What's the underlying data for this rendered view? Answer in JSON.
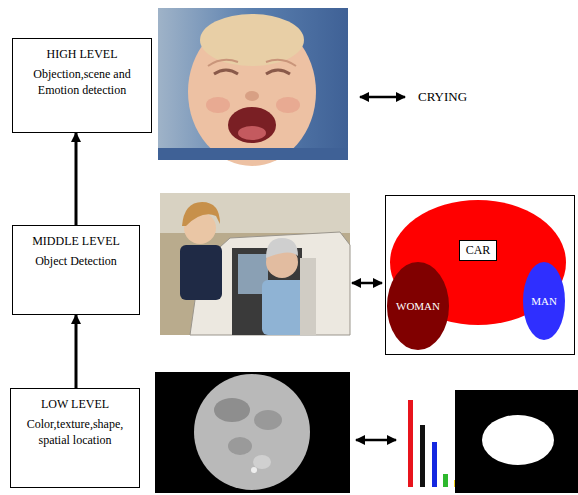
{
  "diagram": {
    "nodes": [
      {
        "text": [
          "HIGH LEVEL",
          "Objection,scene and Emotion detection"
        ]
      },
      {
        "text": [
          "MIDDLE LEVEL",
          "Object Detection"
        ]
      },
      {
        "text": [
          "CAR"
        ]
      },
      {
        "text": [
          "WOMAN"
        ]
      },
      {
        "text": [
          "MAN"
        ]
      },
      {
        "text": [
          "LOW LEVEL",
          "Color,texture,shape, spatial location"
        ]
      }
    ],
    "edges": [
      {
        "from": 5,
        "to": 1,
        "arrow": "to"
      },
      {
        "from": 1,
        "to": 0,
        "arrow": "to"
      }
    ],
    "labels": [
      "CRYING"
    ]
  }
}
